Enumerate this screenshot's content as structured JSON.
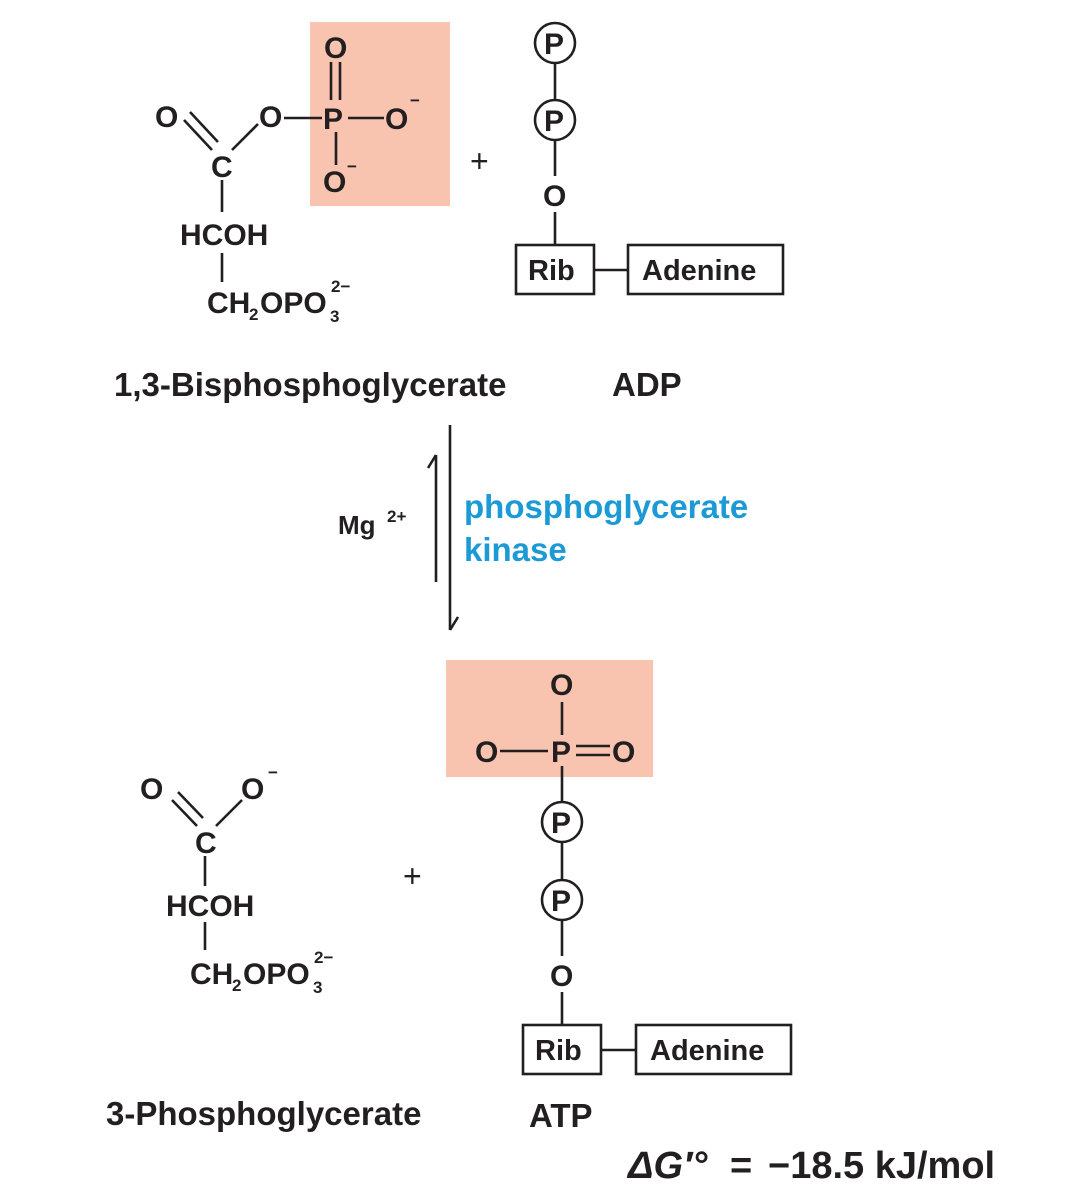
{
  "diagram": {
    "reactant_1": {
      "name": "1,3-Bisphosphoglycerate",
      "atoms": {
        "carbonyl_o": "O",
        "carbon": "C",
        "ester_o": "O",
        "phosphorus": "P",
        "p_double_o": "O",
        "p_o_right": "O",
        "p_o_bottom": "O",
        "hcoh": "HCOH",
        "ch2": "CH",
        "ch2_sub": "2",
        "opo": "OPO",
        "opo_sub": "3",
        "opo_sup": "2−",
        "neg": "−"
      }
    },
    "reactant_2": {
      "name": "ADP",
      "atoms": {
        "p1": "P",
        "p2": "P",
        "o": "O",
        "rib": "Rib",
        "adenine": "Adenine"
      }
    },
    "plus": "+",
    "arrow": {
      "cofactor": "Mg",
      "cofactor_charge": "2+",
      "enzyme_line1": "phosphoglycerate",
      "enzyme_line2": "kinase"
    },
    "product_1": {
      "name": "3-Phosphoglycerate",
      "atoms": {
        "carbonyl_o": "O",
        "carbon": "C",
        "o_minus": "O",
        "hcoh": "HCOH",
        "ch2": "CH",
        "ch2_sub": "2",
        "opo": "OPO",
        "opo_sub": "3",
        "opo_sup": "2−",
        "neg": "−"
      }
    },
    "product_2": {
      "name": "ATP",
      "atoms": {
        "o_top": "O",
        "o_left": "O",
        "phosphorus": "P",
        "o_right": "O",
        "p1": "P",
        "p2": "P",
        "o": "O",
        "rib": "Rib",
        "adenine": "Adenine"
      }
    },
    "free_energy": {
      "symbol": "ΔG′°",
      "equals": "=",
      "value": "−18.5 kJ/mol"
    },
    "colors": {
      "highlight": "#f8c4b0",
      "enzyme": "#1b9ad6",
      "ink": "#231f20"
    }
  }
}
